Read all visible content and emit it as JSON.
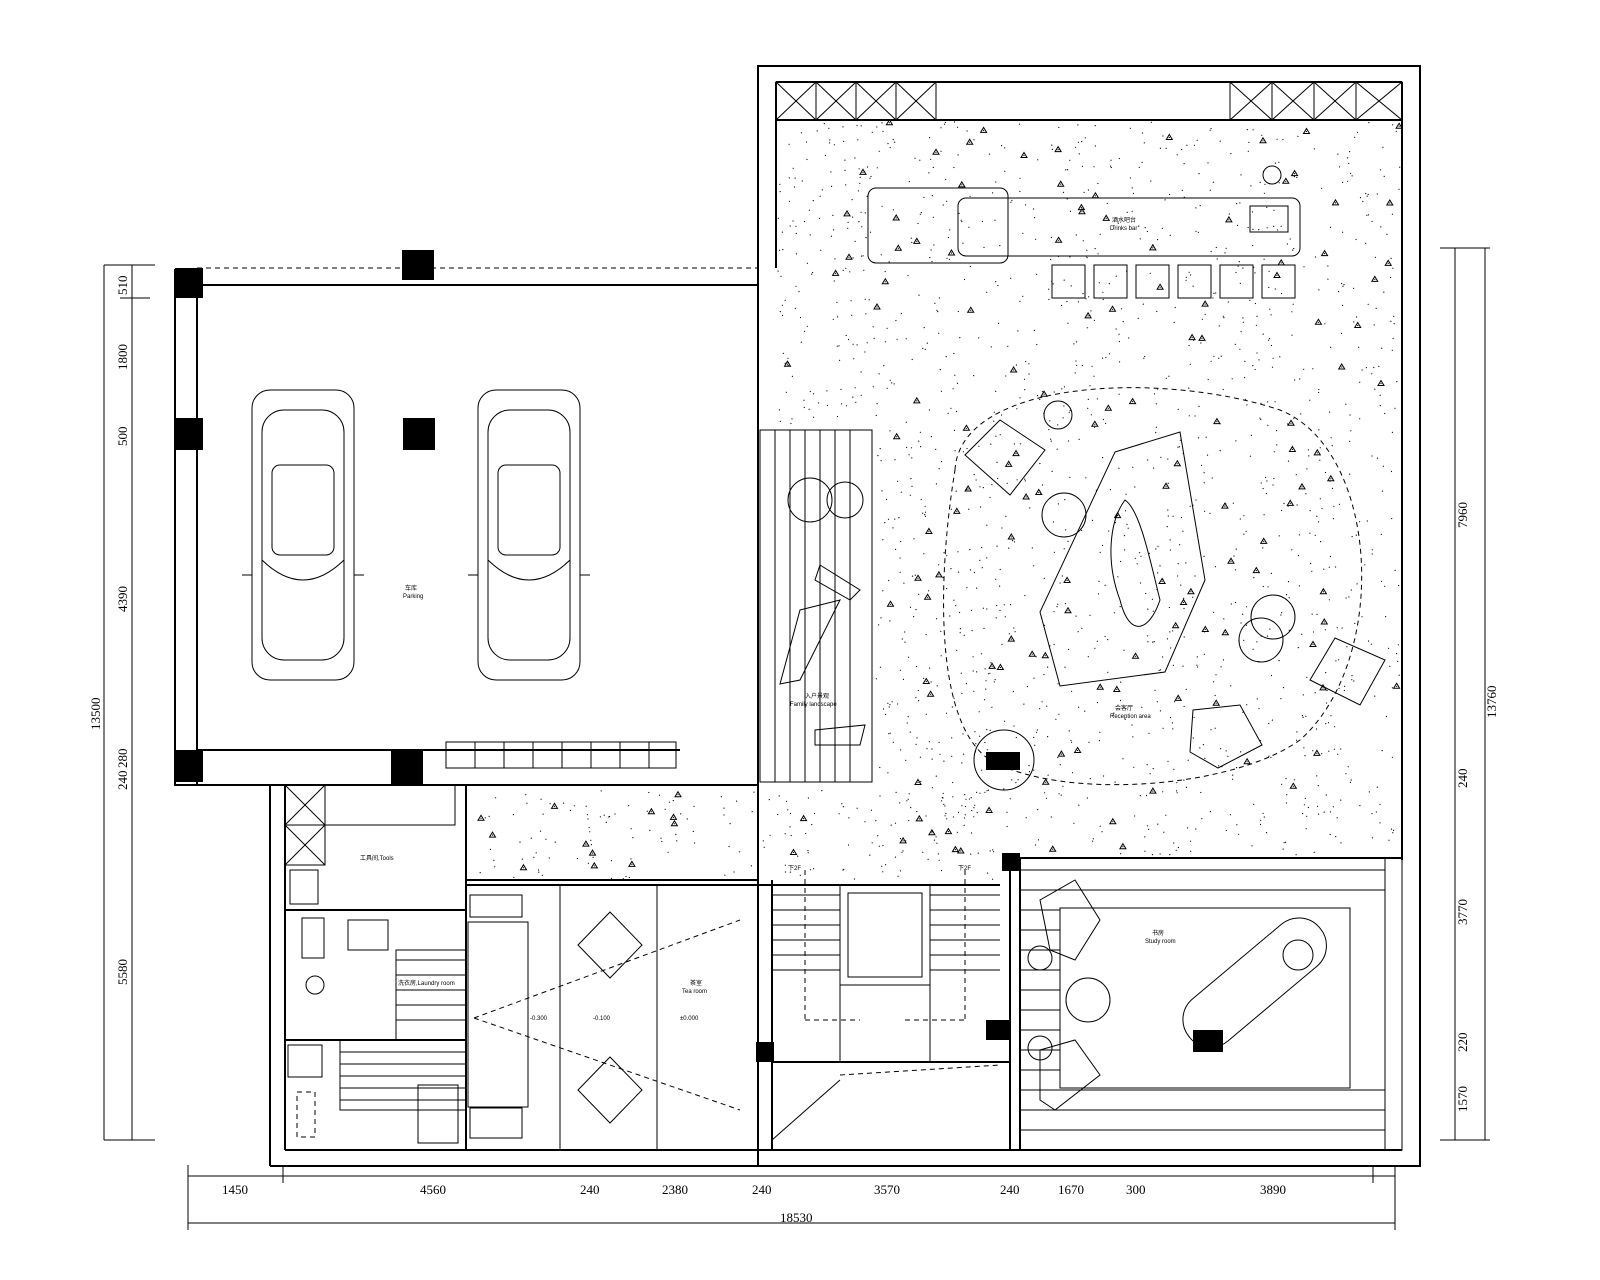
{
  "dimensions": {
    "bottom": [
      "1450",
      "4560",
      "240",
      "2380",
      "240",
      "3570",
      "240",
      "1670",
      "300",
      "3890"
    ],
    "bottom_total": "18530",
    "left": [
      "510",
      "1800",
      "500",
      "4390",
      "280",
      "240",
      "5580"
    ],
    "left_total": "13500",
    "right": [
      "7960",
      "240",
      "3770",
      "220",
      "1570"
    ],
    "right_total": "13760"
  },
  "room_labels": {
    "garage": [
      "车库",
      "Parking"
    ],
    "drinks_bar": [
      "酒水吧台",
      "Drinks bar"
    ],
    "reception": [
      "会客厅",
      "Reception area"
    ],
    "family_landscape": [
      "入户景观",
      "Family landscape"
    ],
    "study": [
      "书房",
      "Study room"
    ],
    "tea_room": [
      "茶室",
      "Tea room"
    ],
    "laundry": [
      "洗衣房",
      "Laundry room"
    ],
    "storage": [
      "工具间",
      "Tools"
    ],
    "stair_down_left": "下2F",
    "stair_down_right": "下2F"
  },
  "levels": [
    "-0.300",
    "-0.100",
    "±0.000"
  ]
}
